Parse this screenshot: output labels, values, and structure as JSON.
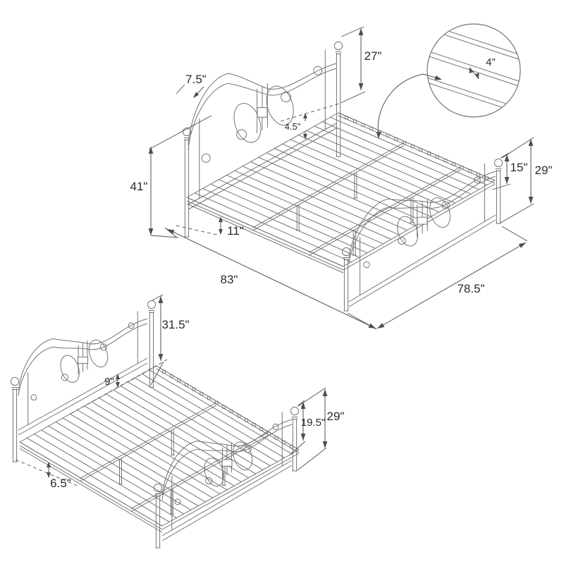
{
  "page": {
    "background": "#ffffff",
    "art_line_color": "#747474",
    "dim_line_color": "#4f4f4f",
    "text_color": "#2b2b2b"
  },
  "king_view": {
    "name": "metal-bed-isometric-view-king",
    "dims": {
      "headboard_panel_above_frame": "27\"",
      "post_inset": "7.5\"",
      "slat_to_rail_gap": "4.5\"",
      "headboard_height": "41\"",
      "under_bed_clearance": "11\"",
      "length": "83\"",
      "width": "78.5\"",
      "footboard_top_to_rail": "15\"",
      "footboard_height": "29\""
    }
  },
  "detail_view": {
    "name": "slat-spacing-detail-circle",
    "slat_spacing": "4\""
  },
  "full_view": {
    "name": "metal-bed-isometric-view-alt",
    "dims": {
      "headboard_panel_height": "31.5\"",
      "headboard_rail_gap": "9\"",
      "under_bed_clearance": "6.5\"",
      "footboard_top_to_rail": "19.5\"",
      "footboard_height": "29\""
    }
  }
}
